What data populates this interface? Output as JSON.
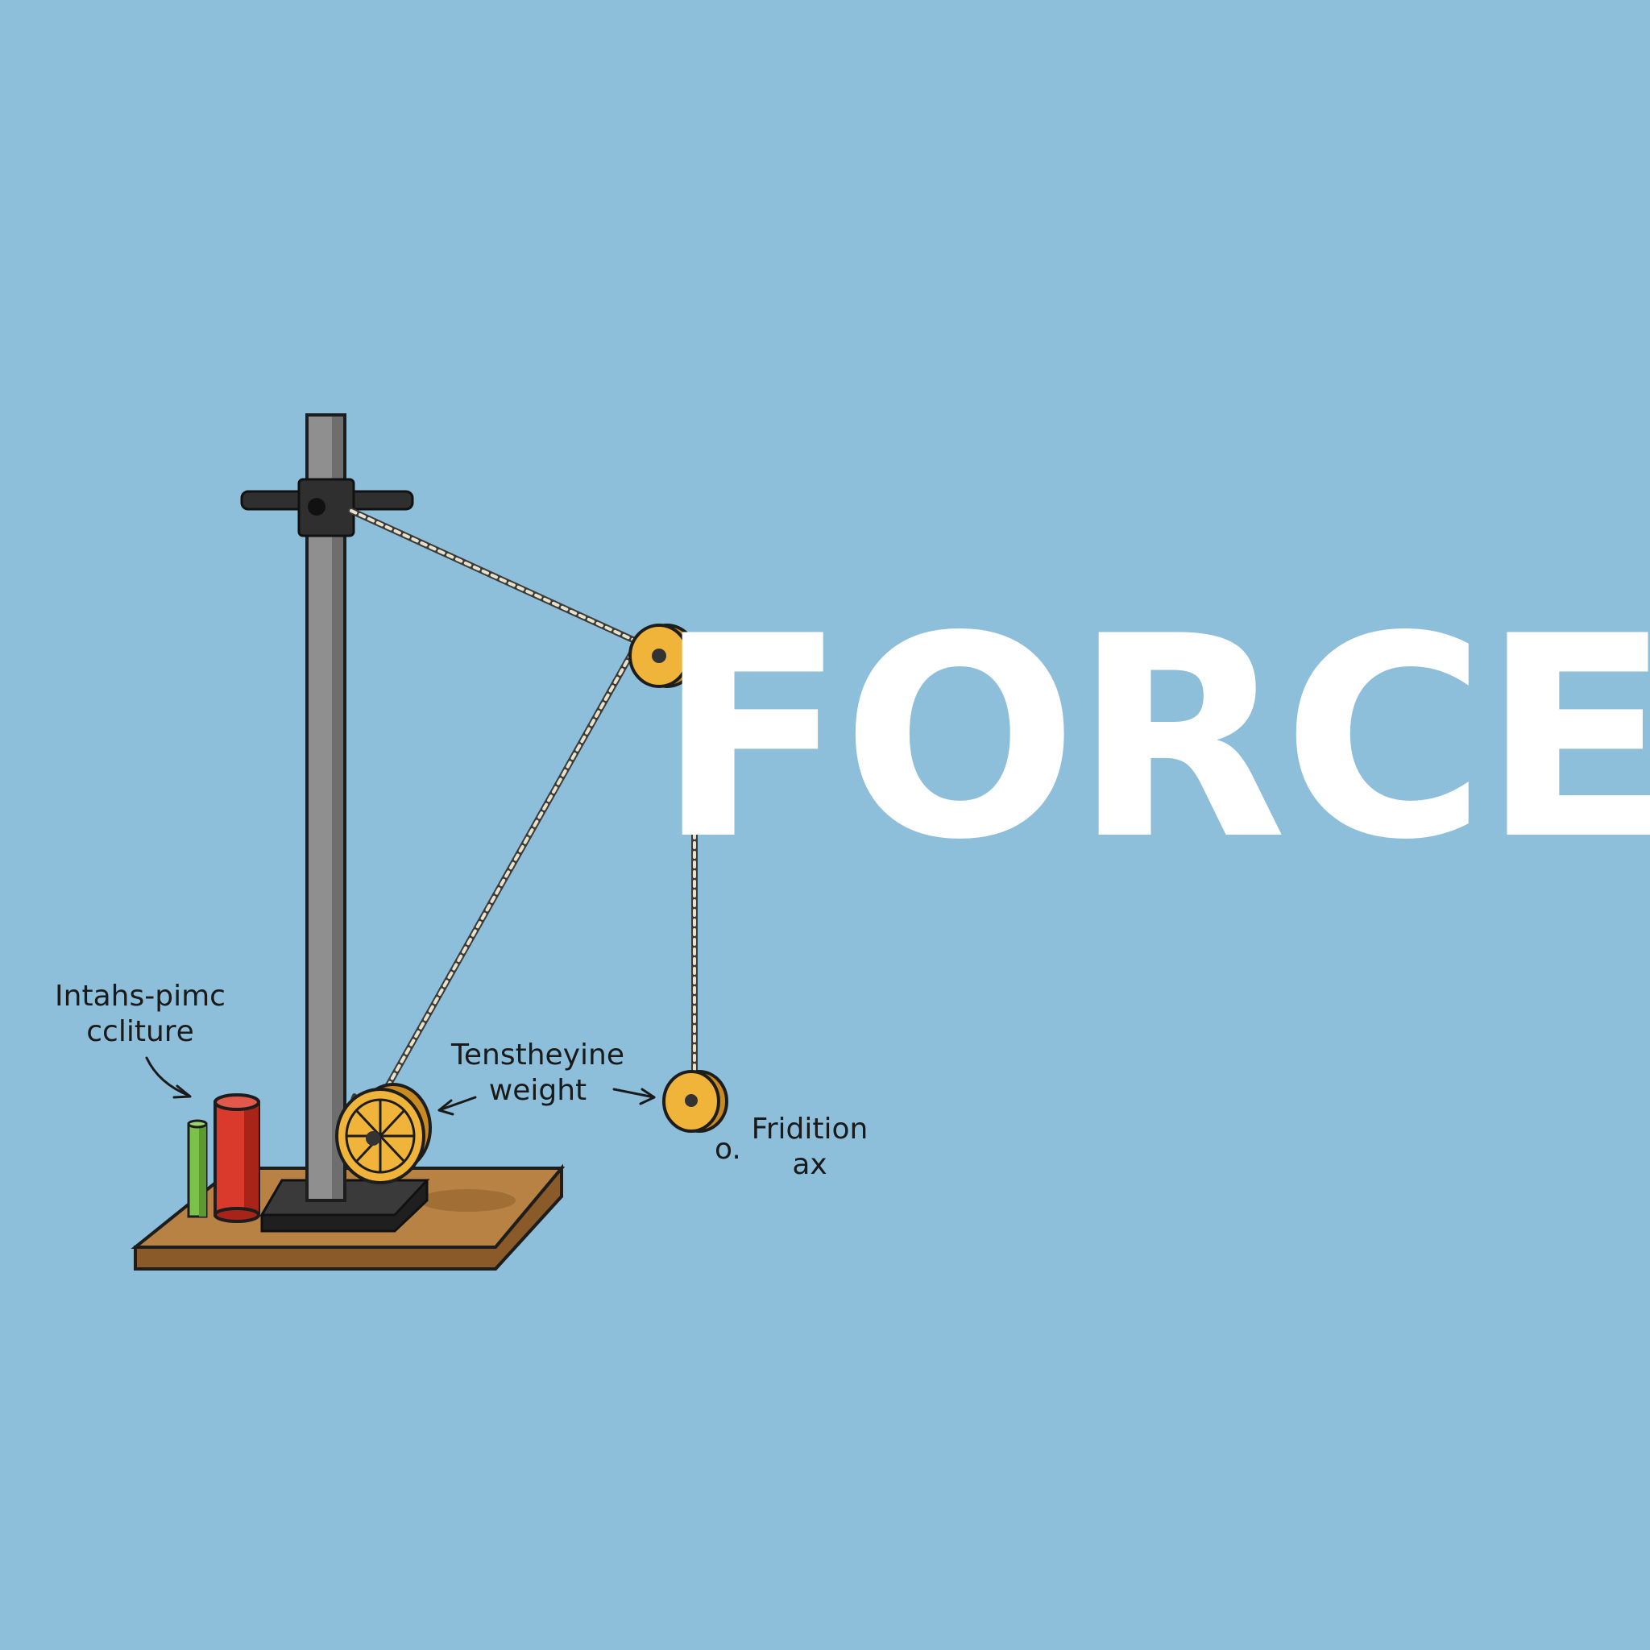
{
  "title": "FORCE",
  "labels": {
    "left": {
      "line1": "Intahs-pimc",
      "line2": "ccliturе"
    },
    "middle": {
      "line1": "Tenstheyine",
      "line2": "weight"
    },
    "right_prefix": "o.",
    "right": {
      "line1": "Fridition",
      "line2": "ax"
    }
  },
  "colors": {
    "background": "#8dbfdb",
    "title": "#ffffff",
    "pulley": "#f0b43a",
    "board": "#b07a3c",
    "pole": "#8f8f8f",
    "clamp": "#2f2f2f",
    "red_cylinder": "#d93a2c",
    "green_rod": "#7cc24a"
  }
}
